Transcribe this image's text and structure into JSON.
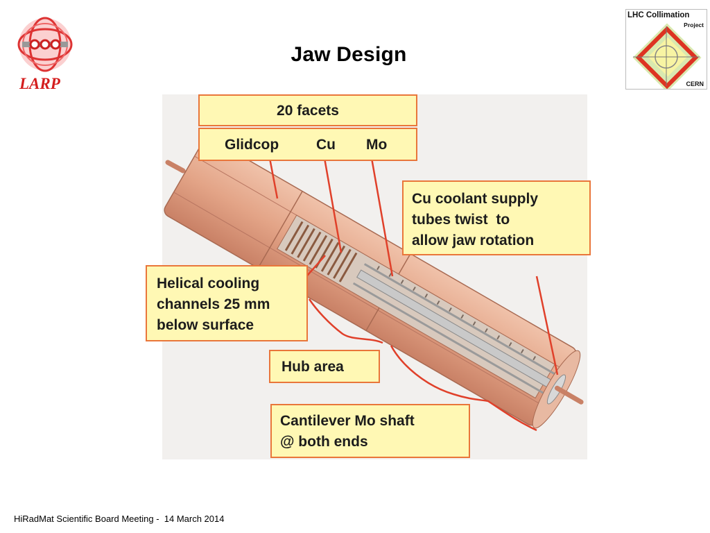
{
  "slide": {
    "title": "Jaw Design",
    "footer": "HiRadMat Scientific Board Meeting -  14 March 2014"
  },
  "logos": {
    "larp": "LARP",
    "lhc_line1": "LHC Collimation",
    "lhc_line2": "Project",
    "lhc_line3": "CERN"
  },
  "callouts": {
    "facets": "20 facets",
    "glidcop": "Glidcop",
    "cu": "Cu",
    "mo": "Mo",
    "coolant_1": "Cu coolant supply",
    "coolant_2": "tubes twist  to",
    "coolant_3": "allow jaw rotation",
    "helical_1": "Helical cooling",
    "helical_2": "channels 25 mm",
    "helical_3": "below surface",
    "hub": "Hub area",
    "cantilever_1": "Cantilever Mo shaft",
    "cantilever_2": "@ both ends"
  },
  "colors": {
    "larp_red": "#d41d1d",
    "callout_fill": "#fff8b4",
    "callout_border": "#e9763a",
    "copper": "#e3a487",
    "pointer_red": "#e0402a"
  }
}
